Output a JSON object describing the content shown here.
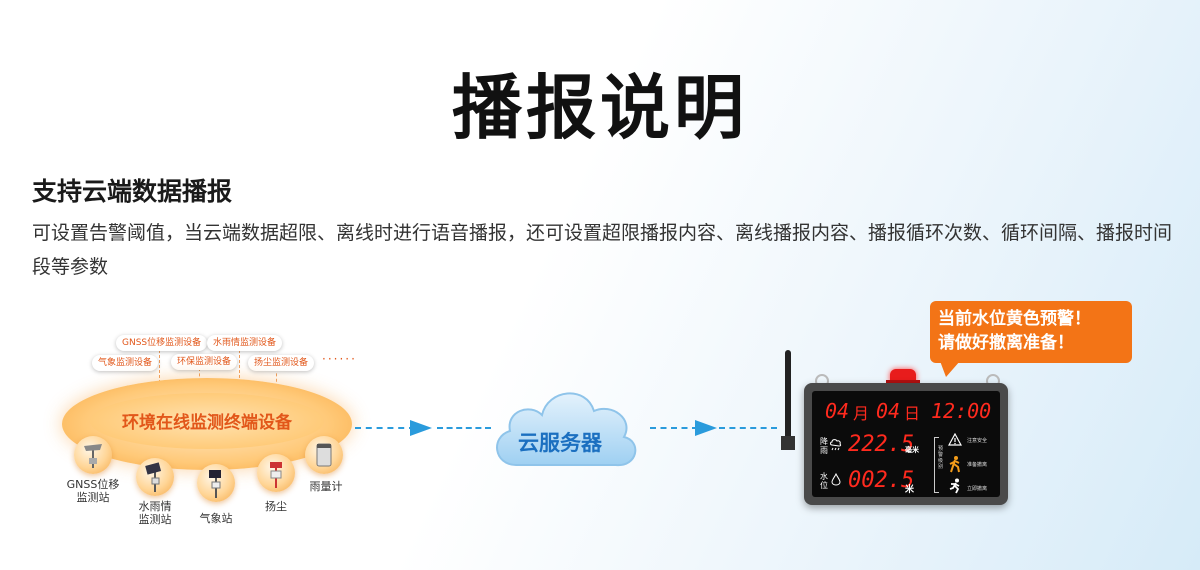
{
  "heading": {
    "title": "播报说明",
    "subtitle": "支持云端数据播报",
    "description": "可设置告警阈值，当云端数据超限、离线时进行语音播报，还可设置超限播报内容、离线播报内容、播报循环次数、循环间隔、播报时间段等参数"
  },
  "terminal": {
    "center_label": "环境在线监测终端设备",
    "tags": [
      "GNSS位移监测设备",
      "水雨情监测设备",
      "气象监测设备",
      "环保监测设备",
      "扬尘监测设备"
    ],
    "more": "······",
    "devices": [
      {
        "label": "GNSS位移\n监测站",
        "icon": "antenna-station-icon"
      },
      {
        "label": "水雨情\n监测站",
        "icon": "solar-station-icon"
      },
      {
        "label": "气象站",
        "icon": "weather-station-icon"
      },
      {
        "label": "扬尘",
        "icon": "dust-monitor-icon"
      },
      {
        "label": "雨量计",
        "icon": "rain-gauge-icon"
      }
    ]
  },
  "cloud": {
    "label": "云服务器"
  },
  "alert_bubble": {
    "line1": "当前水位黄色预警！",
    "line2": "请做好撤离准备！"
  },
  "display": {
    "month": "04",
    "month_unit": "月",
    "day": "04",
    "day_unit": "日",
    "time": "12:00",
    "rain_label": "降雨",
    "rain_value": "222.5",
    "rain_unit": "毫米",
    "level_label": "水位",
    "level_value": "002.5",
    "level_unit": "米",
    "bracket_text": "预警级别",
    "status_1": "注意安全",
    "status_2": "准备撤离",
    "status_3": "立即撤离"
  },
  "colors": {
    "accent_orange": "#f37416",
    "arrow_blue": "#2a9bdc",
    "led_red": "#ff2a1e",
    "cloud_blue": "#1b6fc0"
  }
}
